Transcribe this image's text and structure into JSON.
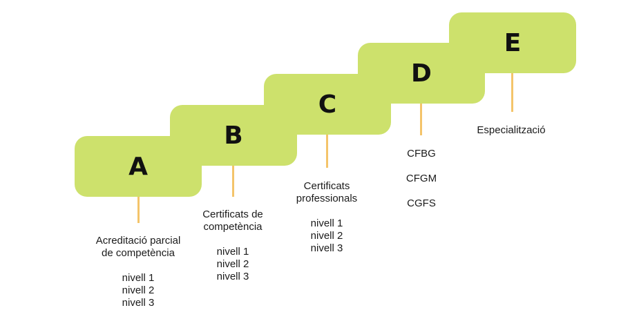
{
  "colors": {
    "step_fill": "#cde16c",
    "stem": "#f4c46a",
    "text": "#111111"
  },
  "steps": [
    {
      "letter": "A",
      "title_lines": [
        "Acreditació parcial",
        "de competència"
      ],
      "levels": [
        "nivell 1",
        "nivell 2",
        "nivell 3"
      ]
    },
    {
      "letter": "B",
      "title_lines": [
        "Certificats de",
        "competència"
      ],
      "levels": [
        "nivell 1",
        "nivell 2",
        "nivell 3"
      ]
    },
    {
      "letter": "C",
      "title_lines": [
        "Certificats",
        "professionals"
      ],
      "levels": [
        "nivell 1",
        "nivell 2",
        "nivell 3"
      ]
    },
    {
      "letter": "D",
      "items": [
        "CFBG",
        "CFGM",
        "CGFS"
      ]
    },
    {
      "letter": "E",
      "title_lines": [
        "Especialització"
      ]
    }
  ]
}
